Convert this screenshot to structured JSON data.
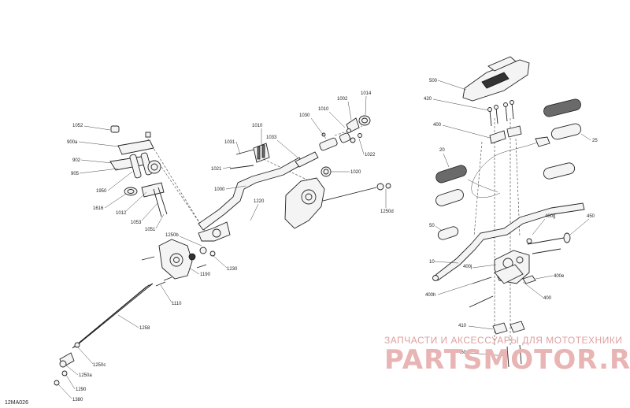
{
  "diagram": {
    "code": "12MA026",
    "watermark": {
      "tagline": "ЗАПЧАСТИ И АКСЕССУАРЫ ДЛЯ МОТОТЕХНИКИ",
      "logo": "PARTSMOTOR.RU"
    },
    "labels": {
      "l1052": "1052",
      "l900a": "900a",
      "l902": "902",
      "l905": "905",
      "l1950": "1950",
      "l1616": "1616",
      "l1012": "1012",
      "l1053": "1053",
      "l1051": "1051",
      "l1031": "1031",
      "l1021": "1021",
      "l1010": "1010",
      "l1000": "1000",
      "l1030": "1030",
      "l1033": "1033",
      "l1010b": "1010",
      "l1002": "1002",
      "l1014": "1014",
      "l1022": "1022",
      "l1020": "1020",
      "l1220": "1220",
      "l1250b": "1250b",
      "l1230": "1230",
      "l1190": "1190",
      "l1110": "1110",
      "l1258": "1258",
      "l1250c": "1250c",
      "l1250a": "1250a",
      "l1290": "1290",
      "l1380": "1380",
      "l1250d": "1250d",
      "l500": "500",
      "l420": "420",
      "l400": "400",
      "l20": "20",
      "l25": "25",
      "l50": "50",
      "l10": "10",
      "l400g": "400g",
      "l450": "450",
      "l400j": "400j",
      "l400h": "400h",
      "l400e": "400e",
      "l400b": "400",
      "l410": "410",
      "l460": "460"
    }
  }
}
